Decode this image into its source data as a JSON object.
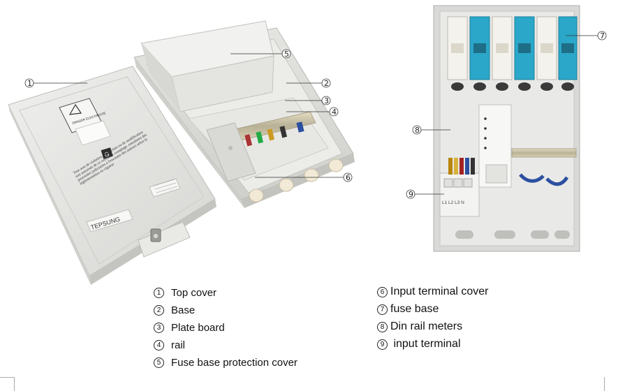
{
  "product_text": {
    "danger_label": "DANGER ELECTRICITÉ",
    "warning_paragraph": "Tout acte de violation, destruction ou de modification non autorisés de ce coffret de comptage, entraînera des poursuites judiciaires à l'encontre des auteurs selon la réglementation en vigueur",
    "brand": "TEPSUNG",
    "terminal_marks": "L1  L2  L3  N"
  },
  "callouts": {
    "c1": "1",
    "c2": "2",
    "c3": "3",
    "c4": "4",
    "c5": "5",
    "c6": "6",
    "c7": "7",
    "c8": "8",
    "c9": "9"
  },
  "legend_left": [
    {
      "num": "1",
      "text": "Top cover"
    },
    {
      "num": "2",
      "text": "Base"
    },
    {
      "num": "3",
      "text": "Plate board"
    },
    {
      "num": "4",
      "text": "rail"
    },
    {
      "num": "5",
      "text": "Fuse base protection cover"
    }
  ],
  "legend_right": [
    {
      "num": "6",
      "text": "Input terminal cover"
    },
    {
      "num": "7",
      "text": "fuse base"
    },
    {
      "num": "8",
      "text": "Din rail meters"
    },
    {
      "num": "9",
      "text": " input terminal"
    }
  ],
  "colors": {
    "housing": "#e8e8e6",
    "housing_shadow": "#c9c9c6",
    "fuse_blue": "#2aa7c9",
    "fuse_white": "#f4f2ec",
    "rail": "#c9c2a8"
  }
}
